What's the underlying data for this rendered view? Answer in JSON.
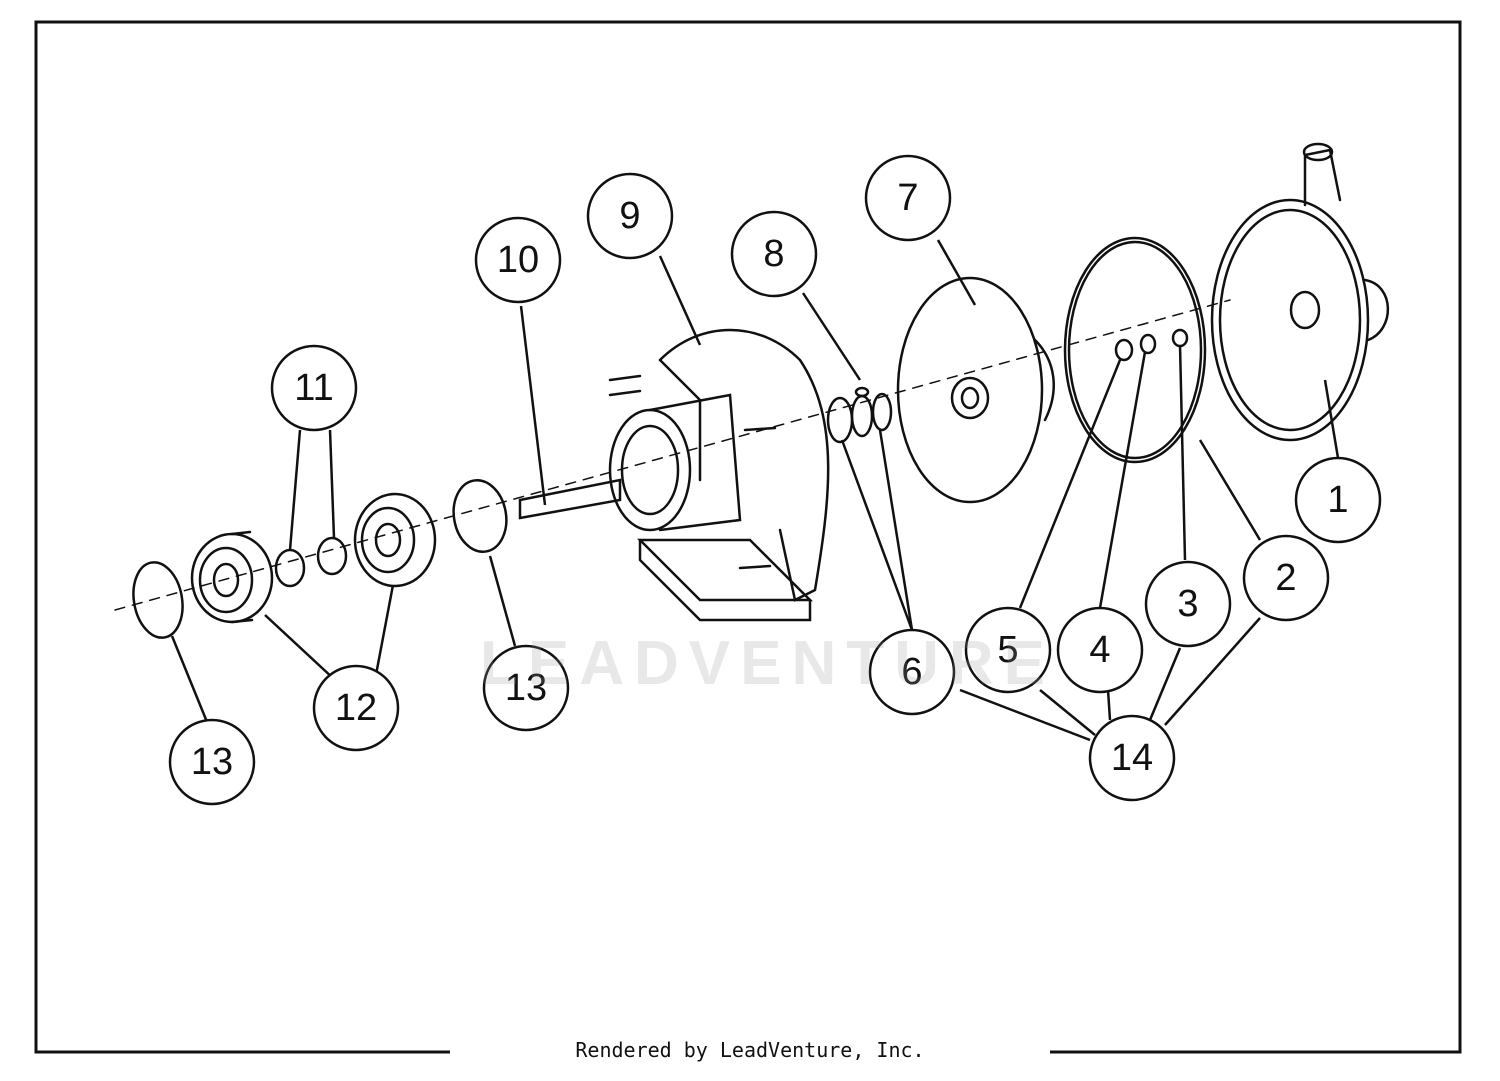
{
  "diagram": {
    "callout_numbers": [
      "1",
      "2",
      "3",
      "4",
      "5",
      "6",
      "7",
      "8",
      "9",
      "10",
      "11",
      "12",
      "13",
      "13",
      "14"
    ],
    "watermark": "LEADVENTURE",
    "credit": "Rendered by LeadVenture, Inc."
  }
}
